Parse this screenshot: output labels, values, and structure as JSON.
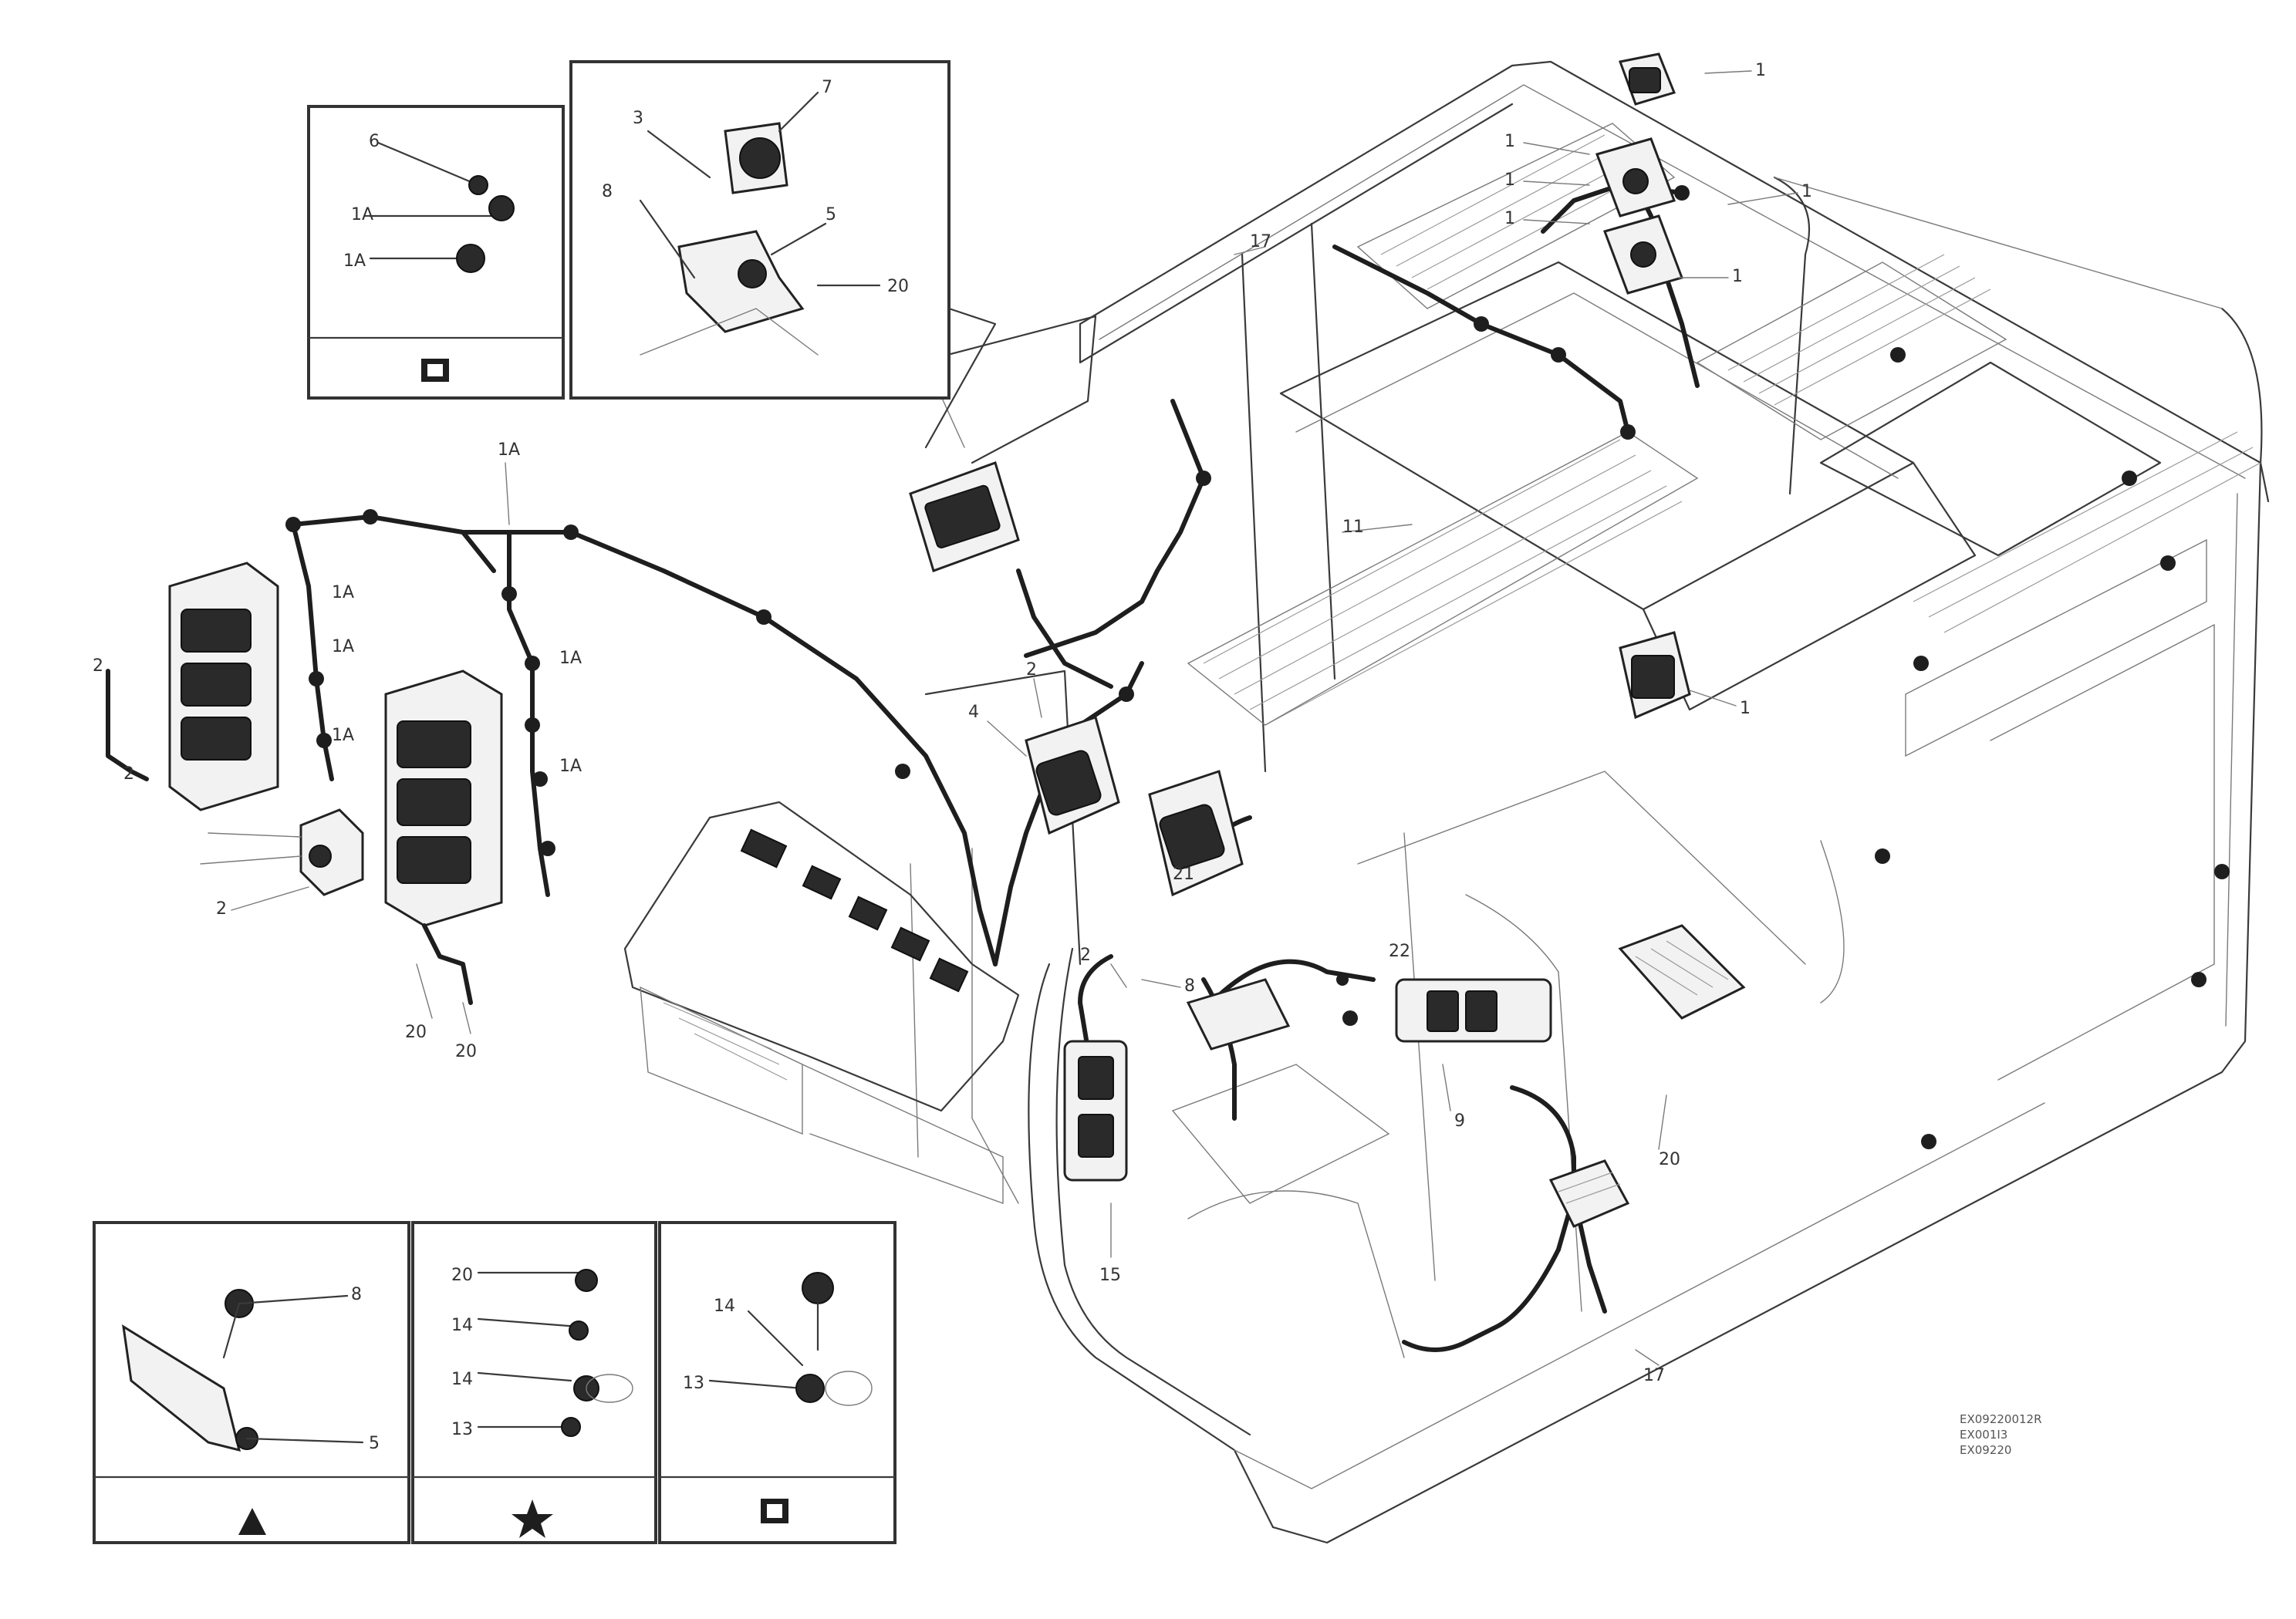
{
  "drawing_reference": {
    "line1": "EX09220012R",
    "line2": "EX001I3",
    "line3": "EX09220"
  },
  "detail_symbols": {
    "top_left": "square",
    "bottom_left": "triangle",
    "bottom_middle": "star",
    "bottom_right": "square"
  },
  "callouts": {
    "c1": "6",
    "c2": "1A",
    "c3": "1A",
    "c4": "3",
    "c5": "7",
    "c6": "5",
    "c7": "8",
    "c8": "20",
    "c9": "1A",
    "c10": "1A",
    "c11": "1A",
    "c12": "1A",
    "c13": "1A",
    "c14": "1A",
    "c15": "2",
    "c16": "2",
    "c17": "2",
    "c18": "20",
    "c19": "20",
    "c20": "1",
    "c21": "1",
    "c22": "1",
    "c23": "1",
    "c24": "1",
    "c25": "1",
    "c26": "1",
    "c27": "17",
    "c28": "11",
    "c29": "2",
    "c30": "4",
    "c31": "2",
    "c32": "8",
    "c33": "9",
    "c34": "20",
    "c35": "15",
    "c36": "17",
    "c37": "8",
    "c38": "5",
    "c39": "20",
    "c40": "14",
    "c41": "14",
    "c42": "13",
    "c43": "14",
    "c44": "13",
    "c45": "21",
    "c46": "22"
  }
}
